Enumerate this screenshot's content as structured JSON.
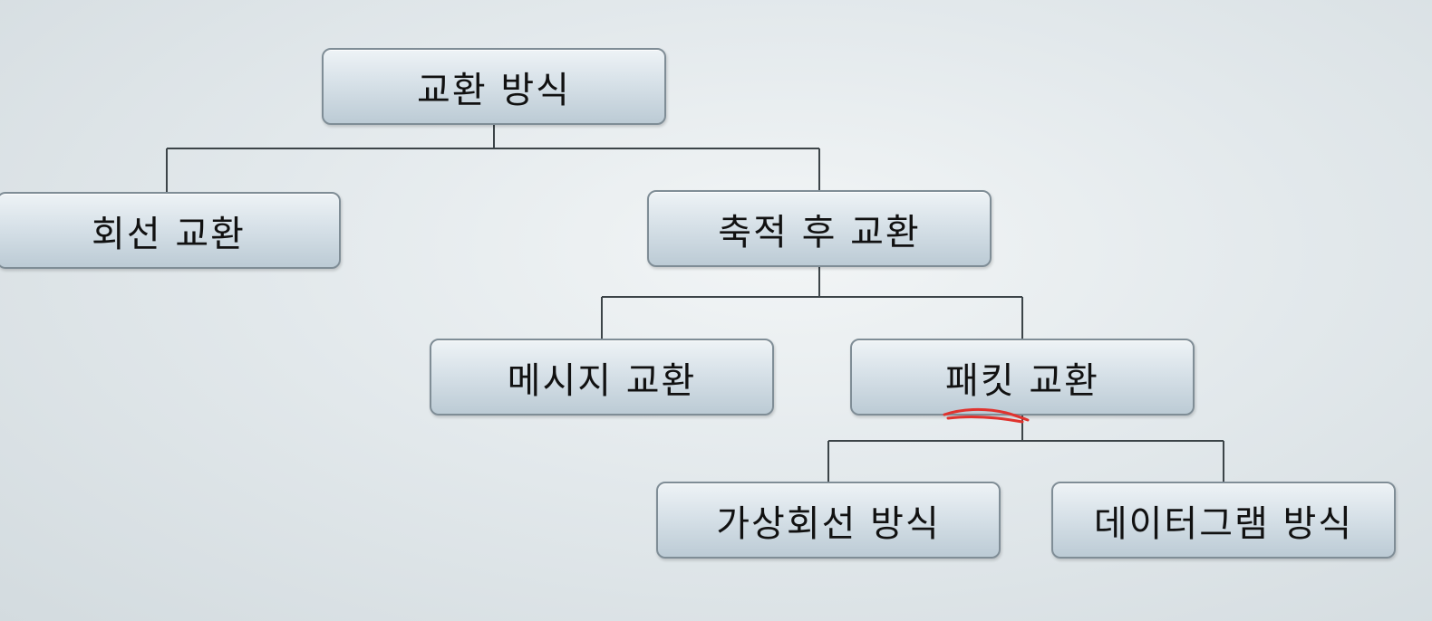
{
  "diagram": {
    "root": {
      "label": "교환 방식"
    },
    "circuit_switching": {
      "label": "회선 교환"
    },
    "store_and_forward": {
      "label": "축적 후 교환"
    },
    "message_switching": {
      "label": "메시지 교환"
    },
    "packet_switching": {
      "label": "패킷 교환"
    },
    "virtual_circuit": {
      "label": "가상회선 방식"
    },
    "datagram": {
      "label": "데이터그램 방식"
    },
    "annotation": {
      "description": "red handwritten underline",
      "color": "#e0332e"
    },
    "colors": {
      "box_border": "#7f8d96",
      "box_fill_top": "#eef3f6",
      "box_fill_bottom": "#bccbd5",
      "connector": "#3c4448",
      "text": "#111111"
    }
  }
}
